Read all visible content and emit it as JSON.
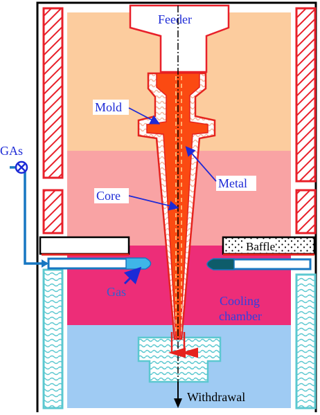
{
  "labels": {
    "feeder": "Feeder",
    "mold": "Mold",
    "metal": "Metal",
    "core": "Core",
    "gas_inlet": "GAs",
    "baffle": "Baffle",
    "gas": "Gas",
    "cooling_line1": "Cooling",
    "cooling_line2": "chamber",
    "withdrawal": "Withdrawal"
  },
  "colors": {
    "zone_top": "#fccc9e",
    "zone_mid": "#f9a3a4",
    "zone_cool": "#ed2d78",
    "zone_bottom": "#9fcbf3",
    "heater_red": "#e8202a",
    "metal_fill": "#fb4a12",
    "metal_red": "#e5231e",
    "gas_blue": "#1777c2",
    "gas_cyan": "#3fb6e8",
    "nozzle_dark": "#0e5c6a",
    "cooling_wall": "#5bc8d0",
    "label_blue": "#1d2ad6",
    "gas_label_blue": "#3060d0"
  }
}
